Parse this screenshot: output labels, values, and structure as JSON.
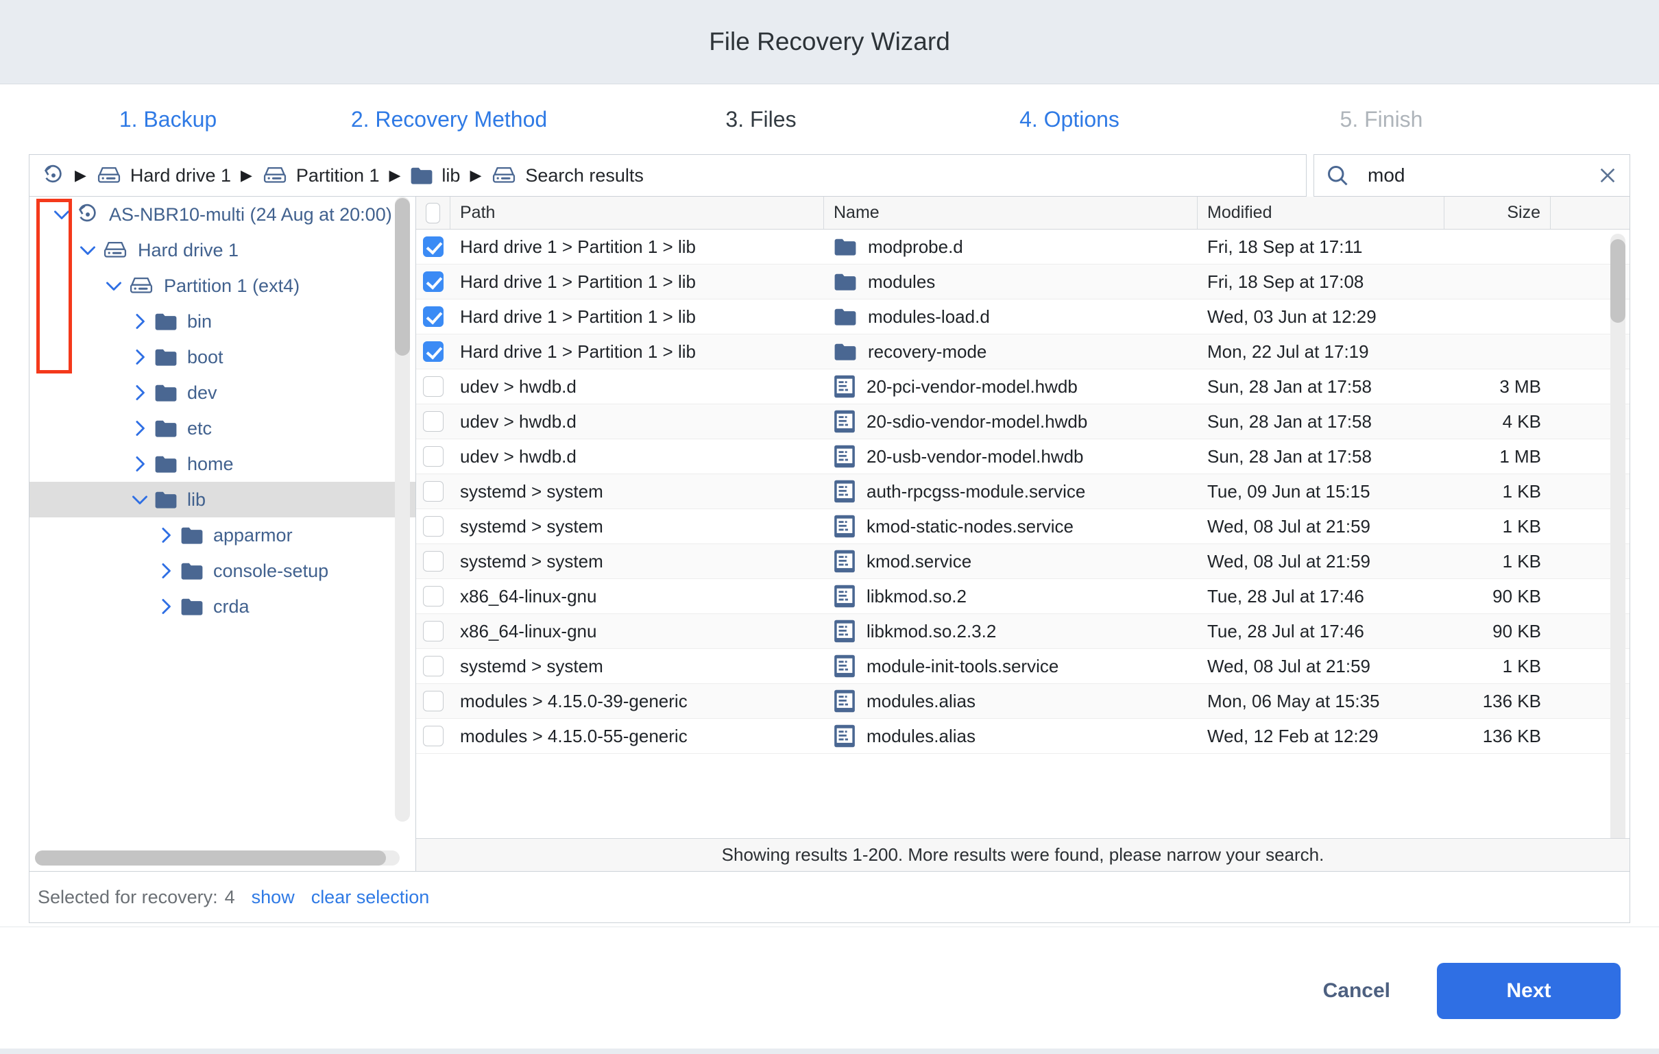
{
  "window": {
    "title": "File Recovery Wizard"
  },
  "steps": [
    {
      "label": "1. Backup",
      "state": "link"
    },
    {
      "label": "2. Recovery Method",
      "state": "link"
    },
    {
      "label": "3. Files",
      "state": "current"
    },
    {
      "label": "4. Options",
      "state": "link"
    },
    {
      "label": "5. Finish",
      "state": "disabled"
    }
  ],
  "breadcrumb": {
    "items": [
      {
        "label": "",
        "icon": "restore-icon"
      },
      {
        "label": "Hard drive 1",
        "icon": "drive-icon"
      },
      {
        "label": "Partition 1",
        "icon": "drive-icon"
      },
      {
        "label": "lib",
        "icon": "folder-icon"
      },
      {
        "label": "Search results",
        "icon": "drive-icon"
      }
    ],
    "separator": "▶"
  },
  "search": {
    "value": "mod",
    "placeholder": "Search",
    "clear_label": "×"
  },
  "tree": {
    "nodes": [
      {
        "label": "AS-NBR10-multi (24 Aug at 20:00)",
        "icon": "restore-icon",
        "chevron": "down",
        "depth": 0,
        "selected": false
      },
      {
        "label": "Hard drive 1",
        "icon": "drive-icon",
        "chevron": "down",
        "depth": 1,
        "selected": false
      },
      {
        "label": "Partition 1 (ext4)",
        "icon": "drive-icon",
        "chevron": "down",
        "depth": 2,
        "selected": false
      },
      {
        "label": "bin",
        "icon": "folder-icon",
        "chevron": "right",
        "depth": 3,
        "selected": false
      },
      {
        "label": "boot",
        "icon": "folder-icon",
        "chevron": "right",
        "depth": 3,
        "selected": false
      },
      {
        "label": "dev",
        "icon": "folder-icon",
        "chevron": "right",
        "depth": 3,
        "selected": false
      },
      {
        "label": "etc",
        "icon": "folder-icon",
        "chevron": "right",
        "depth": 3,
        "selected": false
      },
      {
        "label": "home",
        "icon": "folder-icon",
        "chevron": "right",
        "depth": 3,
        "selected": false
      },
      {
        "label": "lib",
        "icon": "folder-icon",
        "chevron": "down",
        "depth": 3,
        "selected": true
      },
      {
        "label": "apparmor",
        "icon": "folder-icon",
        "chevron": "right",
        "depth": 4,
        "selected": false
      },
      {
        "label": "console-setup",
        "icon": "folder-icon",
        "chevron": "right",
        "depth": 4,
        "selected": false
      },
      {
        "label": "crda",
        "icon": "folder-icon",
        "chevron": "right",
        "depth": 4,
        "selected": false
      }
    ]
  },
  "table": {
    "columns": [
      "",
      "Path",
      "Name",
      "Modified",
      "Size"
    ],
    "select_all_checked": false,
    "rows": [
      {
        "checked": true,
        "path": "Hard drive 1 > Partition 1 > lib",
        "icon": "folder-icon",
        "name": "modprobe.d",
        "modified": "Fri, 18 Sep at 17:11",
        "size": ""
      },
      {
        "checked": true,
        "path": "Hard drive 1 > Partition 1 > lib",
        "icon": "folder-icon",
        "name": "modules",
        "modified": "Fri, 18 Sep at 17:08",
        "size": ""
      },
      {
        "checked": true,
        "path": "Hard drive 1 > Partition 1 > lib",
        "icon": "folder-icon",
        "name": "modules-load.d",
        "modified": "Wed, 03 Jun at 12:29",
        "size": ""
      },
      {
        "checked": true,
        "path": "Hard drive 1 > Partition 1 > lib",
        "icon": "folder-icon",
        "name": "recovery-mode",
        "modified": "Mon, 22 Jul at 17:19",
        "size": ""
      },
      {
        "checked": false,
        "path": "udev > hwdb.d",
        "icon": "file-icon",
        "name": "20-pci-vendor-model.hwdb",
        "modified": "Sun, 28 Jan at 17:58",
        "size": "3 MB"
      },
      {
        "checked": false,
        "path": "udev > hwdb.d",
        "icon": "file-icon",
        "name": "20-sdio-vendor-model.hwdb",
        "modified": "Sun, 28 Jan at 17:58",
        "size": "4 KB"
      },
      {
        "checked": false,
        "path": "udev > hwdb.d",
        "icon": "file-icon",
        "name": "20-usb-vendor-model.hwdb",
        "modified": "Sun, 28 Jan at 17:58",
        "size": "1 MB"
      },
      {
        "checked": false,
        "path": "systemd > system",
        "icon": "file-icon",
        "name": "auth-rpcgss-module.service",
        "modified": "Tue, 09 Jun at 15:15",
        "size": "1 KB"
      },
      {
        "checked": false,
        "path": "systemd > system",
        "icon": "file-icon",
        "name": "kmod-static-nodes.service",
        "modified": "Wed, 08 Jul at 21:59",
        "size": "1 KB"
      },
      {
        "checked": false,
        "path": "systemd > system",
        "icon": "file-icon",
        "name": "kmod.service",
        "modified": "Wed, 08 Jul at 21:59",
        "size": "1 KB"
      },
      {
        "checked": false,
        "path": "x86_64-linux-gnu",
        "icon": "file-icon",
        "name": "libkmod.so.2",
        "modified": "Tue, 28 Jul at 17:46",
        "size": "90 KB"
      },
      {
        "checked": false,
        "path": "x86_64-linux-gnu",
        "icon": "file-icon",
        "name": "libkmod.so.2.3.2",
        "modified": "Tue, 28 Jul at 17:46",
        "size": "90 KB"
      },
      {
        "checked": false,
        "path": "systemd > system",
        "icon": "file-icon",
        "name": "module-init-tools.service",
        "modified": "Wed, 08 Jul at 21:59",
        "size": "1 KB"
      },
      {
        "checked": false,
        "path": "modules > 4.15.0-39-generic",
        "icon": "file-icon",
        "name": "modules.alias",
        "modified": "Mon, 06 May at 15:35",
        "size": "136 KB"
      },
      {
        "checked": false,
        "path": "modules > 4.15.0-55-generic",
        "icon": "file-icon",
        "name": "modules.alias",
        "modified": "Wed, 12 Feb at 12:29",
        "size": "136 KB"
      }
    ],
    "notice": "Showing results 1-200. More results were found, please narrow your search."
  },
  "selection": {
    "prefix": "Selected for recovery:",
    "count": "4",
    "show_label": "show",
    "clear_label": "clear selection"
  },
  "footer": {
    "cancel_label": "Cancel",
    "next_label": "Next"
  },
  "colors": {
    "accent": "#2f6fe4",
    "icon_blue": "#4a6792",
    "annotation": "#f4391b"
  }
}
